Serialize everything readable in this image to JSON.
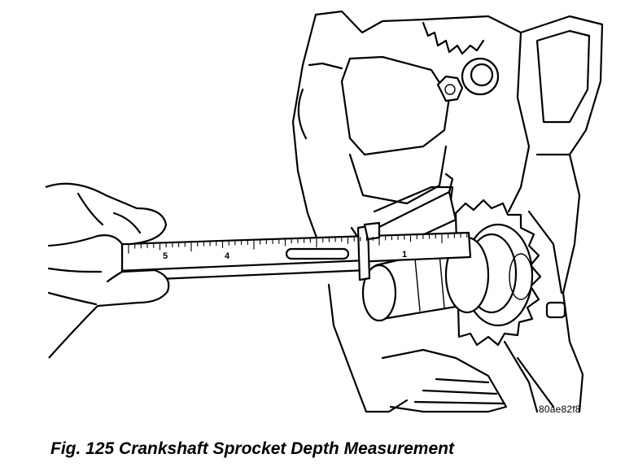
{
  "figure": {
    "caption": "Fig. 125 Crankshaft Sprocket Depth Measurement",
    "code": "80ae82f8",
    "ruler_numbers": [
      "5",
      "4",
      "1"
    ]
  }
}
